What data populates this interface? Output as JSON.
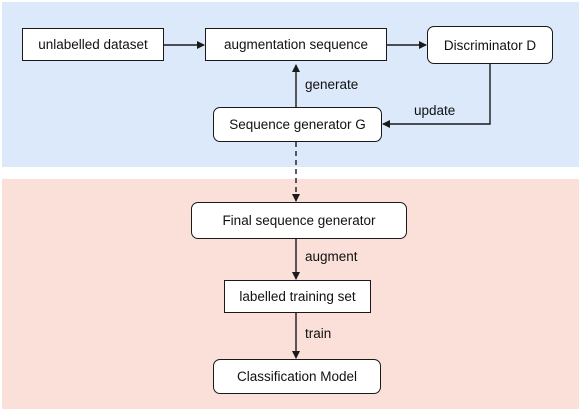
{
  "colors": {
    "top_panel": "#dbe9fb",
    "bottom_panel": "#fbe0da",
    "stroke": "#1a1a1a"
  },
  "nodes": {
    "unlabelled_dataset": "unlabelled dataset",
    "augmentation_sequence": "augmentation sequence",
    "discriminator": "Discriminator D",
    "sequence_generator": "Sequence generator G",
    "final_sequence_generator": "Final sequence generator",
    "labelled_training_set": "labelled training set",
    "classification_model": "Classification Model"
  },
  "edges": {
    "generate": "generate",
    "update": "update",
    "augment": "augment",
    "train": "train"
  }
}
